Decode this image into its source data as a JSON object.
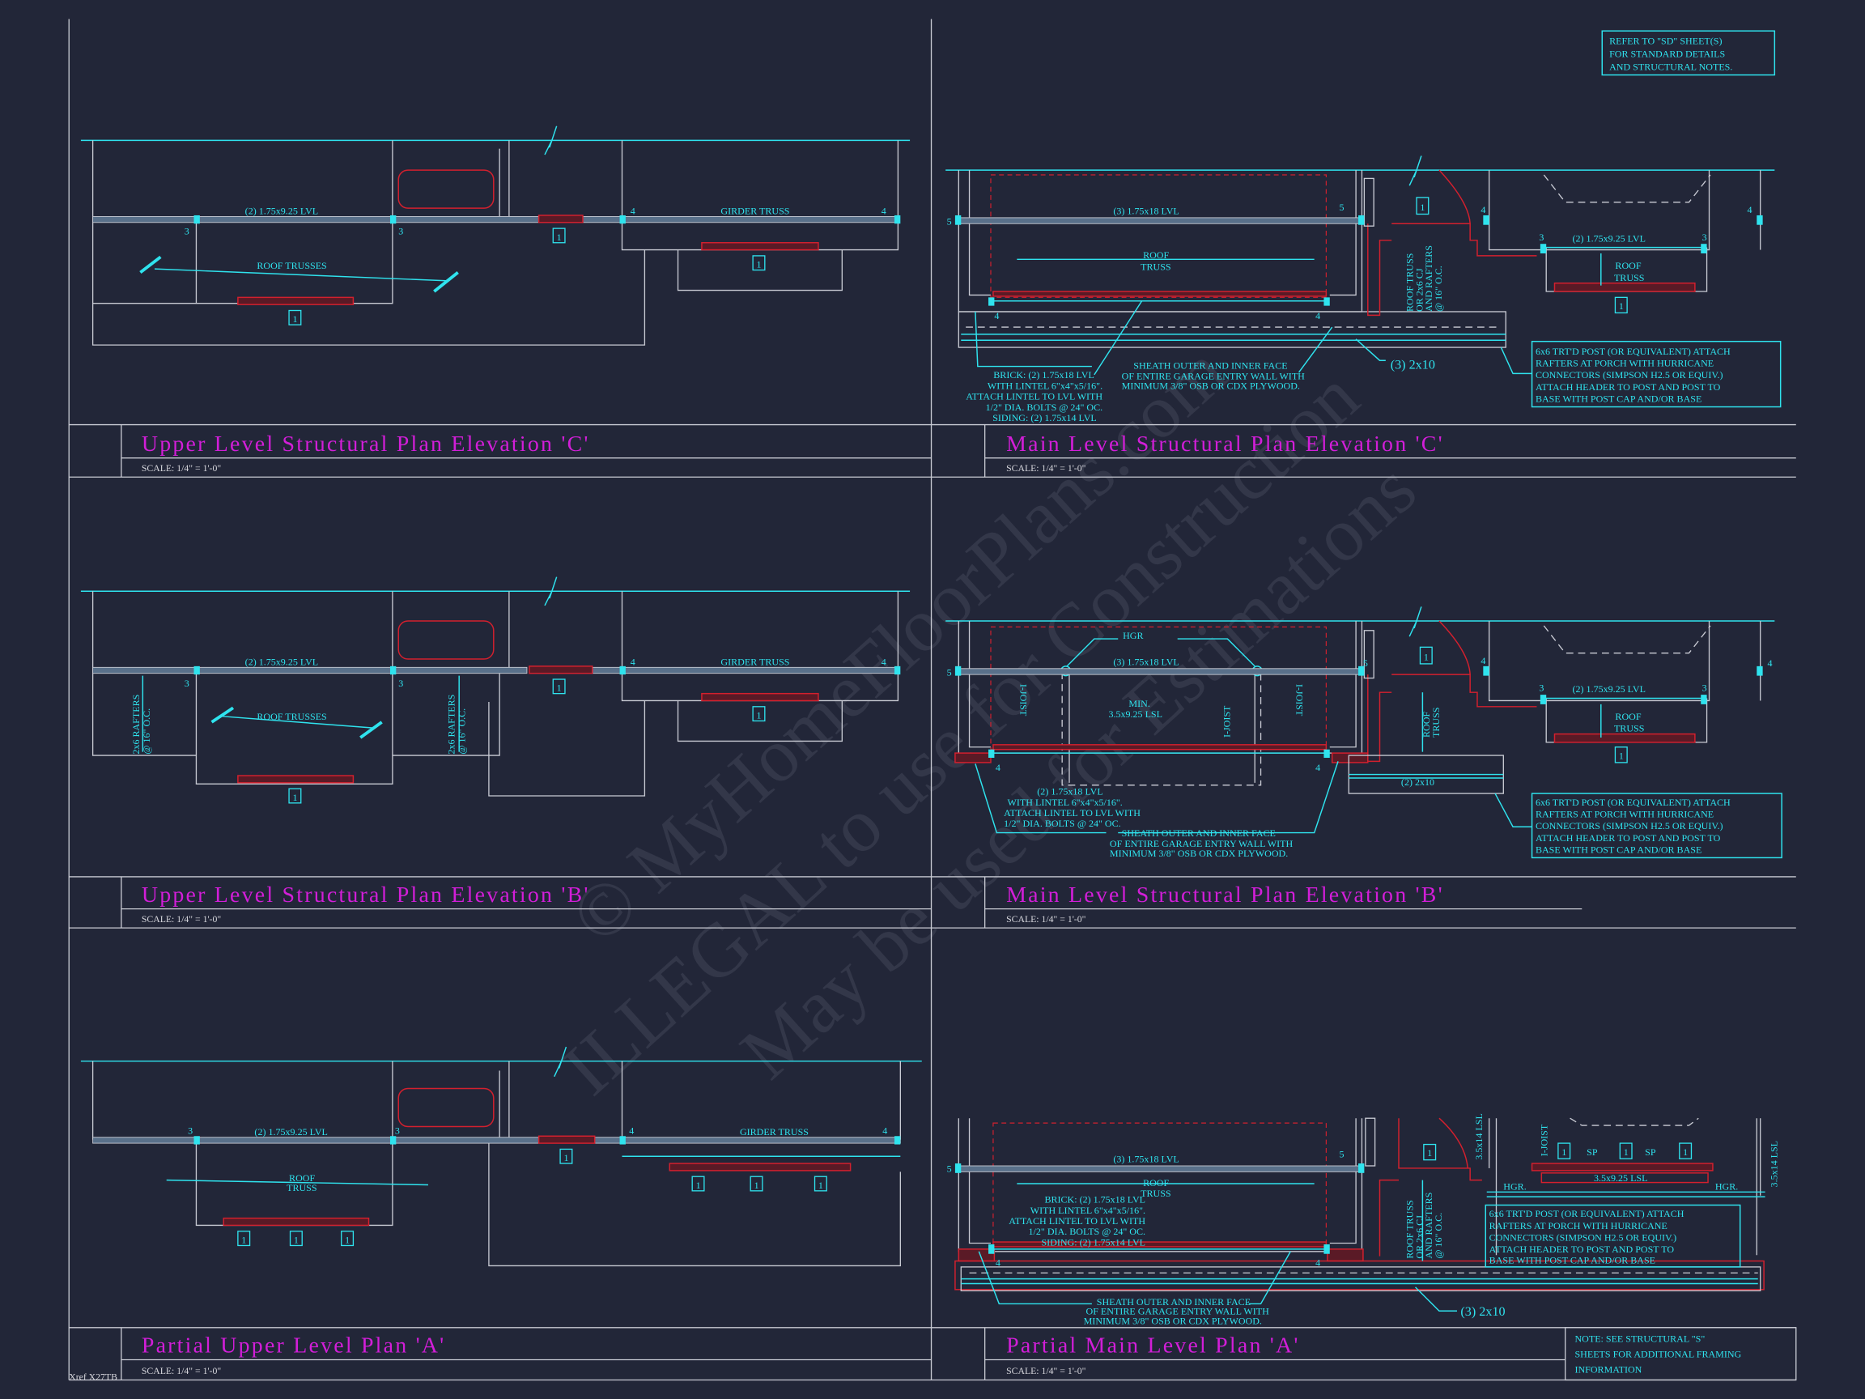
{
  "general_note": [
    "REFER TO \"SD\" SHEET(S)",
    "FOR STANDARD DETAILS",
    "AND STRUCTURAL NOTES."
  ],
  "xref": "Xref X27TB",
  "watermark": [
    "© MyHomeFloorPlans.com",
    "ILLEGAL to use for Construction",
    "May be used for Estimations"
  ],
  "scale": "SCALE: 1/4\" = 1'-0\"",
  "upper_c": {
    "title": "Upper Level Structural Plan Elevation 'C'",
    "beam": "(2) 1.75x9.25 LVL",
    "girder": "GIRDER TRUSS",
    "roof": "ROOF TRUSSES",
    "mark3": "3",
    "mark4": "4",
    "tag": "1"
  },
  "upper_b": {
    "title": "Upper Level Structural Plan Elevation 'B'",
    "beam": "(2) 1.75x9.25 LVL",
    "girder": "GIRDER TRUSS",
    "roof": "ROOF TRUSSES",
    "rafters": [
      "2x6 RAFTERS",
      "@ 16\" O.C."
    ],
    "mark3": "3",
    "mark4": "4",
    "tag": "1"
  },
  "upper_a": {
    "title": "Partial Upper Level Plan 'A'",
    "beam": "(2) 1.75x9.25 LVL",
    "girder": "GIRDER TRUSS",
    "roof": [
      "ROOF",
      "TRUSS"
    ],
    "mark3": "3",
    "mark4": "4",
    "tag": "1"
  },
  "main_c": {
    "title": "Main Level Structural Plan Elevation 'C'",
    "beam": "(3) 1.75x18 LVL",
    "porch_beam": "(2) 1.75x9.25 LVL",
    "roof": [
      "ROOF",
      "TRUSS"
    ],
    "garage_roof": [
      "ROOF TRUSS",
      "OR 2x6 CJ",
      "AND RAFTERS",
      "@ 16\" O.C."
    ],
    "brick_note": [
      "BRICK: (2) 1.75x18 LVL",
      "WITH LINTEL 6\"x4\"x5/16\".",
      "ATTACH LINTEL TO LVL WITH",
      "1/2\" DIA. BOLTS @ 24\" OC.",
      "SIDING: (2) 1.75x14 LVL"
    ],
    "sheath_note": [
      "SHEATH OUTER AND INNER FACE",
      "OF ENTIRE GARAGE ENTRY WALL WITH",
      "MINIMUM 3/8\" OSB OR CDX PLYWOOD."
    ],
    "joists": "(3) 2x10",
    "post_note": [
      "6x6 TRT'D POST (OR EQUIVALENT) ATTACH",
      "RAFTERS AT PORCH WITH HURRICANE",
      "CONNECTORS (SIMPSON H2.5 OR EQUIV.)",
      "ATTACH HEADER TO POST AND POST TO",
      "BASE WITH POST CAP AND/OR BASE"
    ],
    "mark3": "3",
    "mark4": "4",
    "mark5": "5",
    "tag": "1"
  },
  "main_b": {
    "title": "Main Level Structural Plan Elevation 'B'",
    "hgr": "HGR",
    "beam": "(3) 1.75x18 LVL",
    "min_lsl": [
      "MIN.",
      "3.5x9.25 LSL"
    ],
    "joist": "I-JOIST",
    "porch_beam": "(2) 1.75x9.25 LVL",
    "roof": [
      "ROOF",
      "TRUSS"
    ],
    "garage_roof": [
      "ROOF",
      "TRUSS"
    ],
    "header": "(2) 2x10",
    "lintel_note": [
      "(2) 1.75x18 LVL",
      "WITH LINTEL 6\"x4\"x5/16\".",
      "ATTACH LINTEL TO LVL WITH",
      "1/2\" DIA. BOLTS @ 24\" OC."
    ],
    "sheath_note": [
      "SHEATH OUTER AND INNER FACE",
      "OF ENTIRE GARAGE ENTRY WALL WITH",
      "MINIMUM 3/8\" OSB OR CDX PLYWOOD."
    ],
    "post_note": [
      "6x6 TRT'D POST (OR EQUIVALENT) ATTACH",
      "RAFTERS AT PORCH WITH HURRICANE",
      "CONNECTORS (SIMPSON H2.5 OR EQUIV.)",
      "ATTACH HEADER TO POST AND POST TO",
      "BASE WITH POST CAP AND/OR BASE"
    ],
    "mark3": "3",
    "mark4": "4",
    "mark5": "5",
    "tag": "1"
  },
  "main_a": {
    "title": "Partial Main Level Plan 'A'",
    "beam": "(3) 1.75x18 LVL",
    "roof": [
      "ROOF",
      "TRUSS"
    ],
    "garage_roof": [
      "ROOF TRUSS",
      "OR 2x6 CJ",
      "AND RAFTERS",
      "@ 16\" O.C."
    ],
    "brick_note": [
      "BRICK: (2) 1.75x18 LVL",
      "WITH LINTEL 6\"x4\"x5/16\".",
      "ATTACH LINTEL TO LVL WITH",
      "1/2\" DIA. BOLTS @ 24\" OC.",
      "SIDING: (2) 1.75x14 LVL"
    ],
    "sheath_note": [
      "SHEATH OUTER AND INNER FACE",
      "OF ENTIRE GARAGE ENTRY WALL WITH",
      "MINIMUM 3/8\" OSB OR CDX PLYWOOD."
    ],
    "joists": "(3) 2x10",
    "lsl_post": "3.5x14 LSL",
    "joist": "I-JOIST",
    "sp": "SP",
    "porch_beam": "3.5x9.25 LSL",
    "hgr": "HGR.",
    "post_note": [
      "6x6 TRT'D POST (OR EQUIVALENT) ATTACH",
      "RAFTERS AT PORCH WITH HURRICANE",
      "CONNECTORS (SIMPSON H2.5 OR EQUIV.)",
      "ATTACH HEADER TO POST AND POST TO",
      "BASE WITH POST CAP AND/OR BASE"
    ],
    "framing_note": [
      "NOTE: SEE STRUCTURAL \"S\"",
      "SHEETS FOR ADDITIONAL FRAMING",
      "INFORMATION"
    ],
    "mark4": "4",
    "mark5": "5",
    "tag": "1"
  }
}
